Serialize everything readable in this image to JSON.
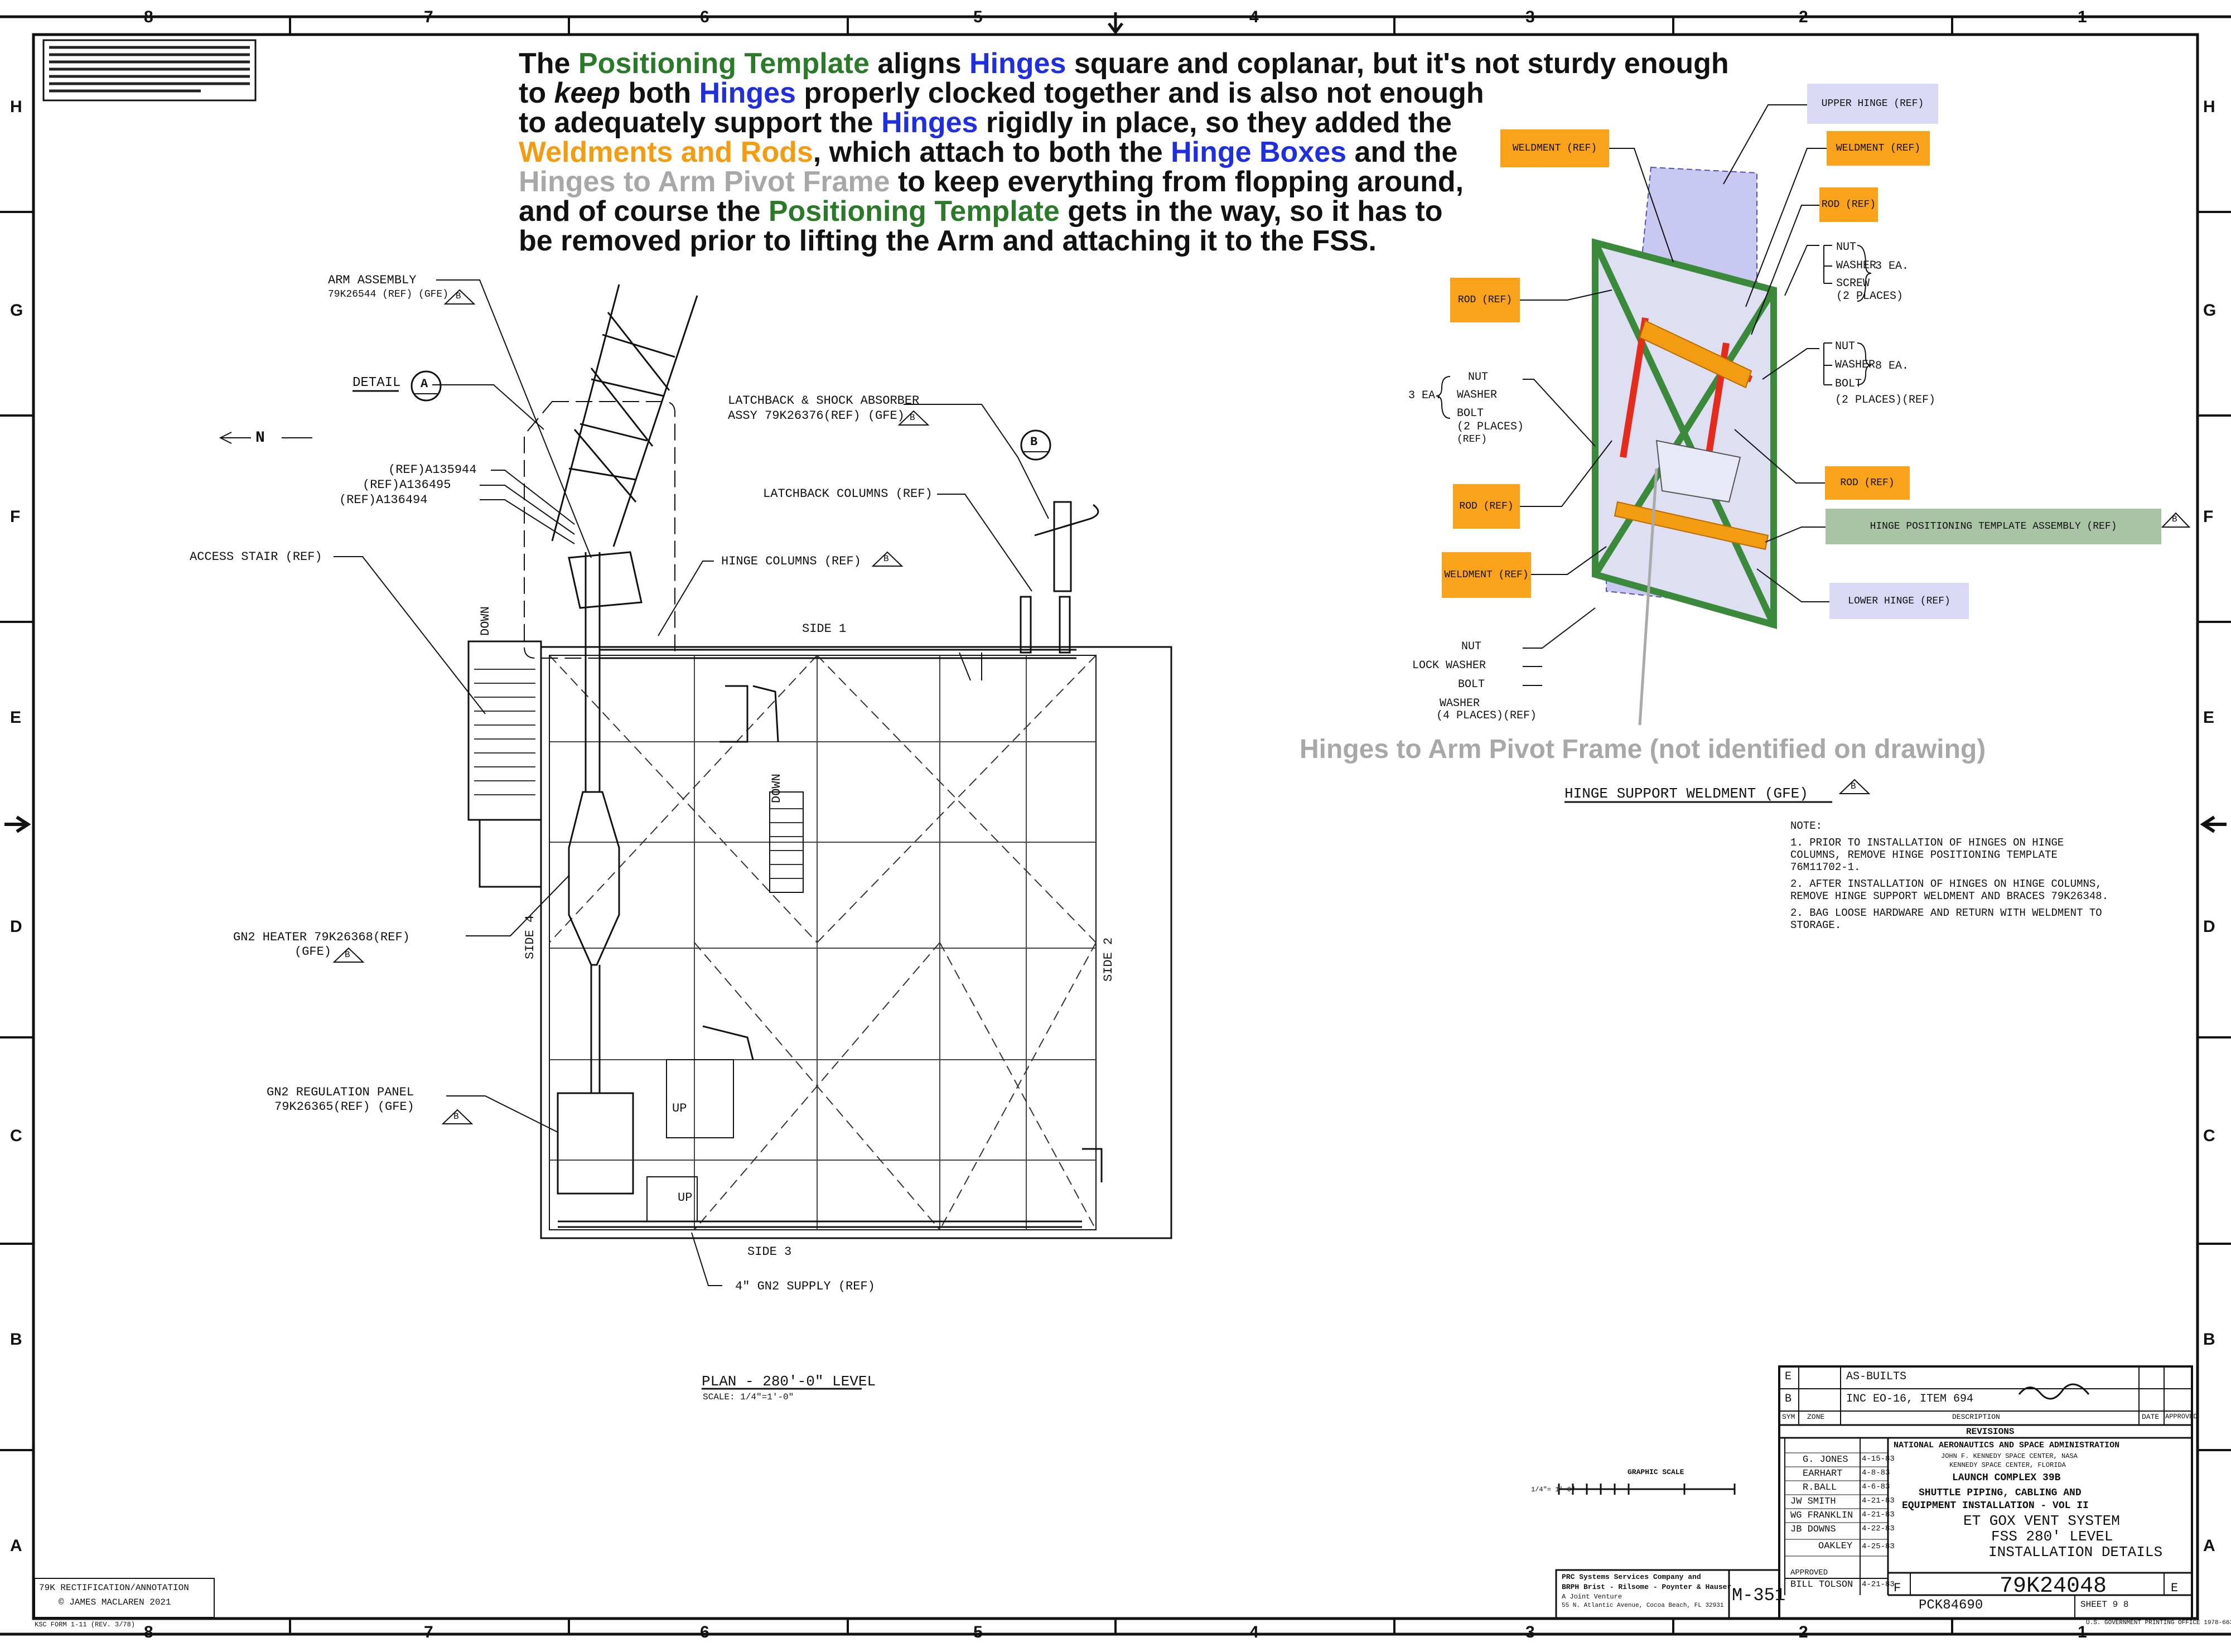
{
  "annotation": {
    "p1": "The ",
    "p1g": "Positioning Template",
    "p2": " aligns ",
    "p2b": "Hinges",
    "p3": " square and coplanar, but it's not sturdy enough",
    "l2a": "to ",
    "l2k": "keep",
    "l2b": " both ",
    "l2h": "Hinges",
    "l2c": " properly clocked together and is also not enough",
    "l3a": "to adequately support the ",
    "l3h": "Hinges",
    "l3b": " rigidly in place, so they added the",
    "l4o": "Weldments and Rods",
    "l4a": ", which attach to both the ",
    "l4h": "Hinge Boxes",
    "l4b": " and the",
    "l5g": "Hinges to Arm Pivot Frame",
    "l5a": " to keep everything from flopping around,",
    "l6a": "and of course the ",
    "l6g": "Positioning Template",
    "l6b": " gets in the way, so it has to",
    "l7": "be removed prior to lifting the Arm and attaching it to the FSS."
  },
  "border": {
    "top_cols": [
      "8",
      "7",
      "6",
      "5",
      "4",
      "3",
      "2",
      "1"
    ],
    "bottom_cols": [
      "8",
      "7",
      "6",
      "5",
      "4",
      "3",
      "2",
      "1"
    ],
    "rows": [
      "H",
      "G",
      "F",
      "E",
      "D",
      "C",
      "B",
      "A"
    ]
  },
  "plan": {
    "arm_assembly": "ARM ASSEMBLY",
    "arm_assembly_ref": "79K26544 (REF) (GFE)",
    "detail": "DETAIL",
    "detail_letter": "A",
    "north": "N",
    "ref1": "(REF)A135944",
    "ref2": "(REF)A136495",
    "ref3": "(REF)A136494",
    "access_stair": "ACCESS STAIR (REF)",
    "latchback": "LATCHBACK & SHOCK ABSORBER",
    "latchback_ref": "ASSY 79K26376(REF) (GFE)",
    "latchback_cols": "LATCHBACK COLUMNS (REF)",
    "hinge_cols": "HINGE COLUMNS (REF)",
    "detail_b": "B",
    "side1": "SIDE 1",
    "side2": "SIDE 2",
    "side3": "SIDE 3",
    "side4": "SIDE 4",
    "down1": "DOWN",
    "down2": "DOWN",
    "up1": "UP",
    "up2": "UP",
    "heater": "GN2 HEATER 79K26368(REF)",
    "heater_gfe": "(GFE)",
    "reg_panel": "GN2 REGULATION PANEL",
    "reg_panel_ref": "79K26365(REF) (GFE)",
    "supply": "4\" GN2 SUPPLY (REF)",
    "plan_title": "PLAN - 280'-0\" LEVEL",
    "scale": "SCALE: 1/4\"=1'-0\"",
    "flag": "B"
  },
  "detail_view": {
    "upper_hinge": "UPPER HINGE (REF)",
    "weldment_left": "WELDMENT (REF)",
    "weldment_right": "WELDMENT (REF)",
    "rod_right_top": "ROD (REF)",
    "rod_left": "ROD (REF)",
    "rod_left_lower": "ROD (REF)",
    "weldment_lower": "WELDMENT (REF)",
    "rod_right": "ROD (REF)",
    "nut_3ea": [
      "NUT",
      "WASHER",
      "SCREW",
      "(2 PLACES)"
    ],
    "ea3": "3 EA.",
    "nut_8ea": [
      "NUT",
      "WASHER",
      "BOLT",
      "(2 PLACES)(REF)"
    ],
    "ea8": "8 EA.",
    "left_3ea": [
      "NUT",
      "WASHER",
      "BOLT",
      "(2 PLACES)",
      "(REF)"
    ],
    "left_ea": "3 EA.",
    "hinge_template": "HINGE POSITIONING TEMPLATE ASSEMBLY (REF)",
    "lower_hinge": "LOWER HINGE (REF)",
    "bottom_fast": [
      "NUT",
      "LOCK WASHER",
      "BOLT",
      "WASHER",
      "(4 PLACES)(REF)"
    ],
    "gray_label": "Hinges to Arm Pivot Frame (not identified on drawing)",
    "support_weldment": "HINGE SUPPORT WELDMENT (GFE)",
    "flag": "B"
  },
  "notes": {
    "title": "NOTE:",
    "n1": "1. PRIOR TO INSTALLATION OF HINGES ON HINGE COLUMNS, REMOVE HINGE POSITIONING TEMPLATE 76M11702-1.",
    "n2": "2. AFTER INSTALLATION OF HINGES ON HINGE COLUMNS, REMOVE HINGE SUPPORT WELDMENT AND BRACES 79K26348.",
    "n3": "2. BAG LOOSE HARDWARE AND RETURN WITH WELDMENT TO STORAGE."
  },
  "title_block": {
    "rev_e": "E",
    "rev_e_desc": "AS-BUILTS",
    "rev_b": "B",
    "rev_b_desc": "INC EO-16, ITEM 694",
    "rev_hdr": [
      "SYM",
      "ZONE",
      "DESCRIPTION",
      "DATE",
      "APPROVED"
    ],
    "revisions": "REVISIONS",
    "nasa": "NATIONAL AERONAUTICS AND SPACE ADMINISTRATION",
    "ksc": "JOHN F. KENNEDY SPACE CENTER, NASA",
    "ksc2": "KENNEDY SPACE CENTER, FLORIDA",
    "names": [
      "G. JONES",
      "EARHART",
      "R.BALL",
      "JW SMITH",
      "WG FRANKLIN",
      "JB DOWNS",
      "OAKLEY",
      "BILL TOLSON"
    ],
    "dates": [
      "4-15-83",
      "4-8-83",
      "4-6-83",
      "4-21-83",
      "4-21-83",
      "4-22-83",
      "4-25-83",
      "4-21-83"
    ],
    "approved": "APPROVED",
    "lc39": "LAUNCH COMPLEX 39B",
    "t1": "SHUTTLE PIPING, CABLING AND",
    "t2": "EQUIPMENT INSTALLATION - VOL II",
    "t3": "ET GOX VENT SYSTEM",
    "t4": "FSS 280' LEVEL",
    "t5": "INSTALLATION DETAILS",
    "size": "F",
    "dwg_no": "79K24048",
    "rev": "E",
    "pck": "PCK84690",
    "sheet": "SHEET 9 8",
    "sheet_num": "M-351",
    "firm1": "PRC Systems Services Company and",
    "firm2": "BRPH Brist - Rilsome - Poynter & Hauser",
    "firm3": "A Joint Venture",
    "firm4": "55 N. Atlantic Avenue, Cocoa Beach, FL 32931",
    "graphic_scale": "GRAPHIC SCALE",
    "scale_left": "1/4\"= 1'-0\"",
    "gpo": "U.S. GOVERNMENT PRINTING OFFICE 1978-663-608",
    "form": "KSC FORM 1-11 (REV. 3/78)"
  },
  "credit": {
    "line1": "79K RECTIFICATION/ANNOTATION",
    "line2": "© JAMES MACLAREN 2021"
  },
  "colors": {
    "green": "#2a7a2a",
    "blue": "#1f2ee0",
    "orange": "#f39c12",
    "gray": "#a8a8a8",
    "label_orange": "#f9a21a",
    "label_purple": "#d9d9f5",
    "label_green": "#a9c3a5",
    "frame_green": "#3b8a3b",
    "rod_red": "#e52b1c",
    "hinge_purple": "#c8c8f0"
  }
}
